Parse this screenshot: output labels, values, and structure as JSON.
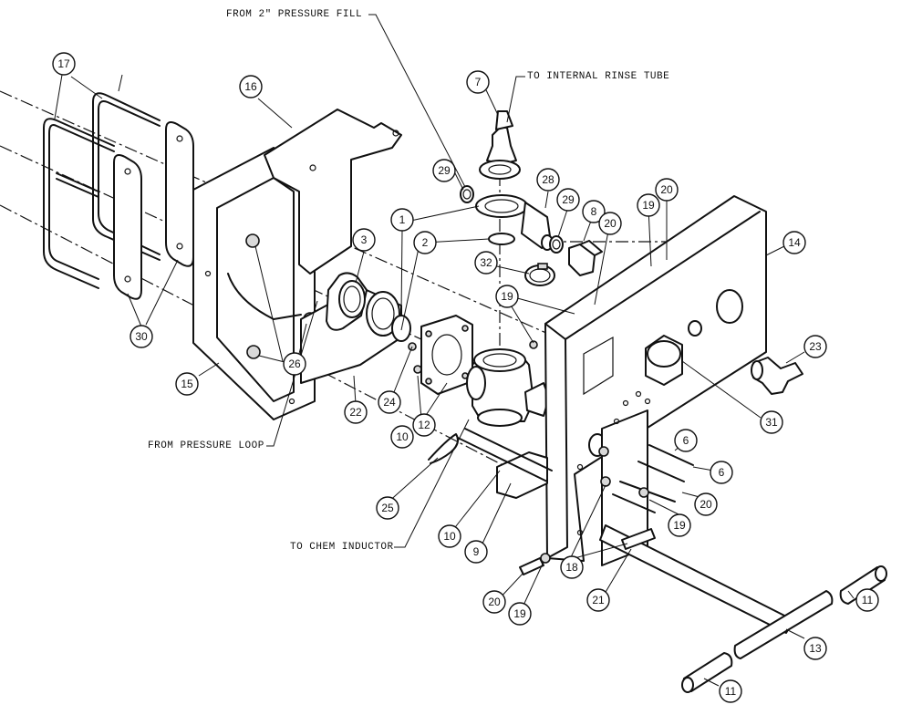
{
  "callouts": {
    "pressure_fill": "FROM 2\" PRESSURE FILL",
    "rinse_tube": "TO INTERNAL RINSE TUBE",
    "pressure_loop": "FROM PRESSURE LOOP",
    "chem_inductor": "TO CHEM INDUCTOR"
  },
  "balloons": {
    "b17": "17",
    "b16": "16",
    "b30": "30",
    "b15": "15",
    "b26": "26",
    "b3": "3",
    "b22": "22",
    "b24": "24",
    "b10a": "10",
    "b12": "12",
    "b7": "7",
    "b29a": "29",
    "b28": "28",
    "b1": "1",
    "b2": "2",
    "b32": "32",
    "b19a": "19",
    "b29b": "29",
    "b8": "8",
    "b20a": "20",
    "b19b": "19",
    "b20b": "20",
    "b14": "14",
    "b23": "23",
    "b31": "31",
    "b6a": "6",
    "b6b": "6",
    "b20c": "20",
    "b19c": "19",
    "b25": "25",
    "b10b": "10",
    "b9": "9",
    "b18": "18",
    "b21": "21",
    "b20d": "20",
    "b19d": "19",
    "b13": "13",
    "b11a": "11",
    "b11b": "11"
  }
}
